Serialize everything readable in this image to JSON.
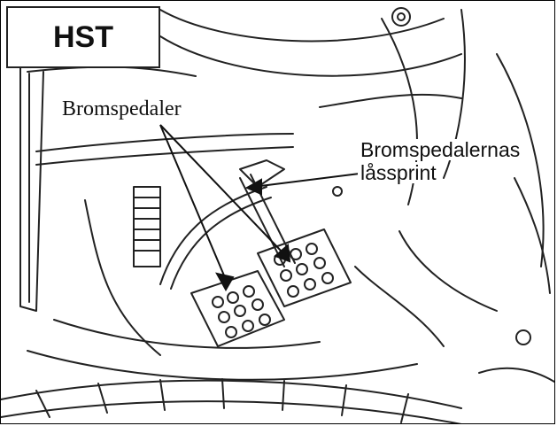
{
  "title": "HST",
  "labels": {
    "brake_pedals": "Bromspedaler",
    "lock_pin_line1": "Bromspedalernas",
    "lock_pin_line2": "låssprint"
  },
  "colors": {
    "line": "#222222",
    "background": "#ffffff"
  }
}
